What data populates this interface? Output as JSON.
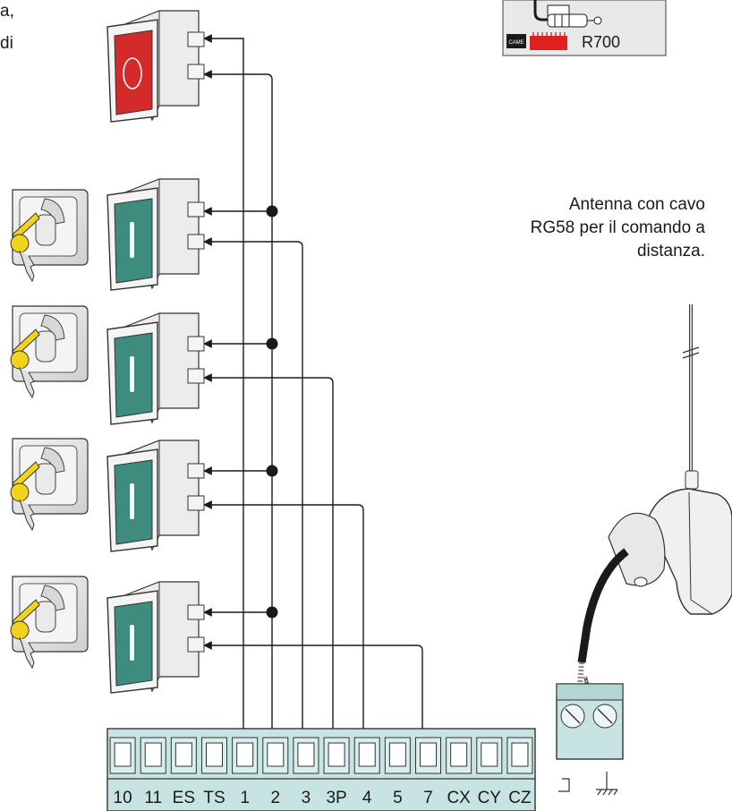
{
  "left_text_fragments": [
    "a,",
    "di"
  ],
  "receiver_label": "R700",
  "receiver_brand": "CAME",
  "antenna_caption": {
    "line1": "Antenna con cavo",
    "line2": "RG58 per il comando a",
    "line3": "distanza."
  },
  "terminal_labels": [
    "10",
    "11",
    "ES",
    "TS",
    "1",
    "2",
    "3",
    "3P",
    "4",
    "5",
    "7",
    "CX",
    "CY",
    "CZ"
  ],
  "colors": {
    "stop_button": "#d42a2a",
    "push_button": "#3d8c7e",
    "terminal_block": "#c7e4e2",
    "key": "#f2d21b",
    "receiver_chip": "#e02020",
    "wire": "#1a1a1a"
  }
}
